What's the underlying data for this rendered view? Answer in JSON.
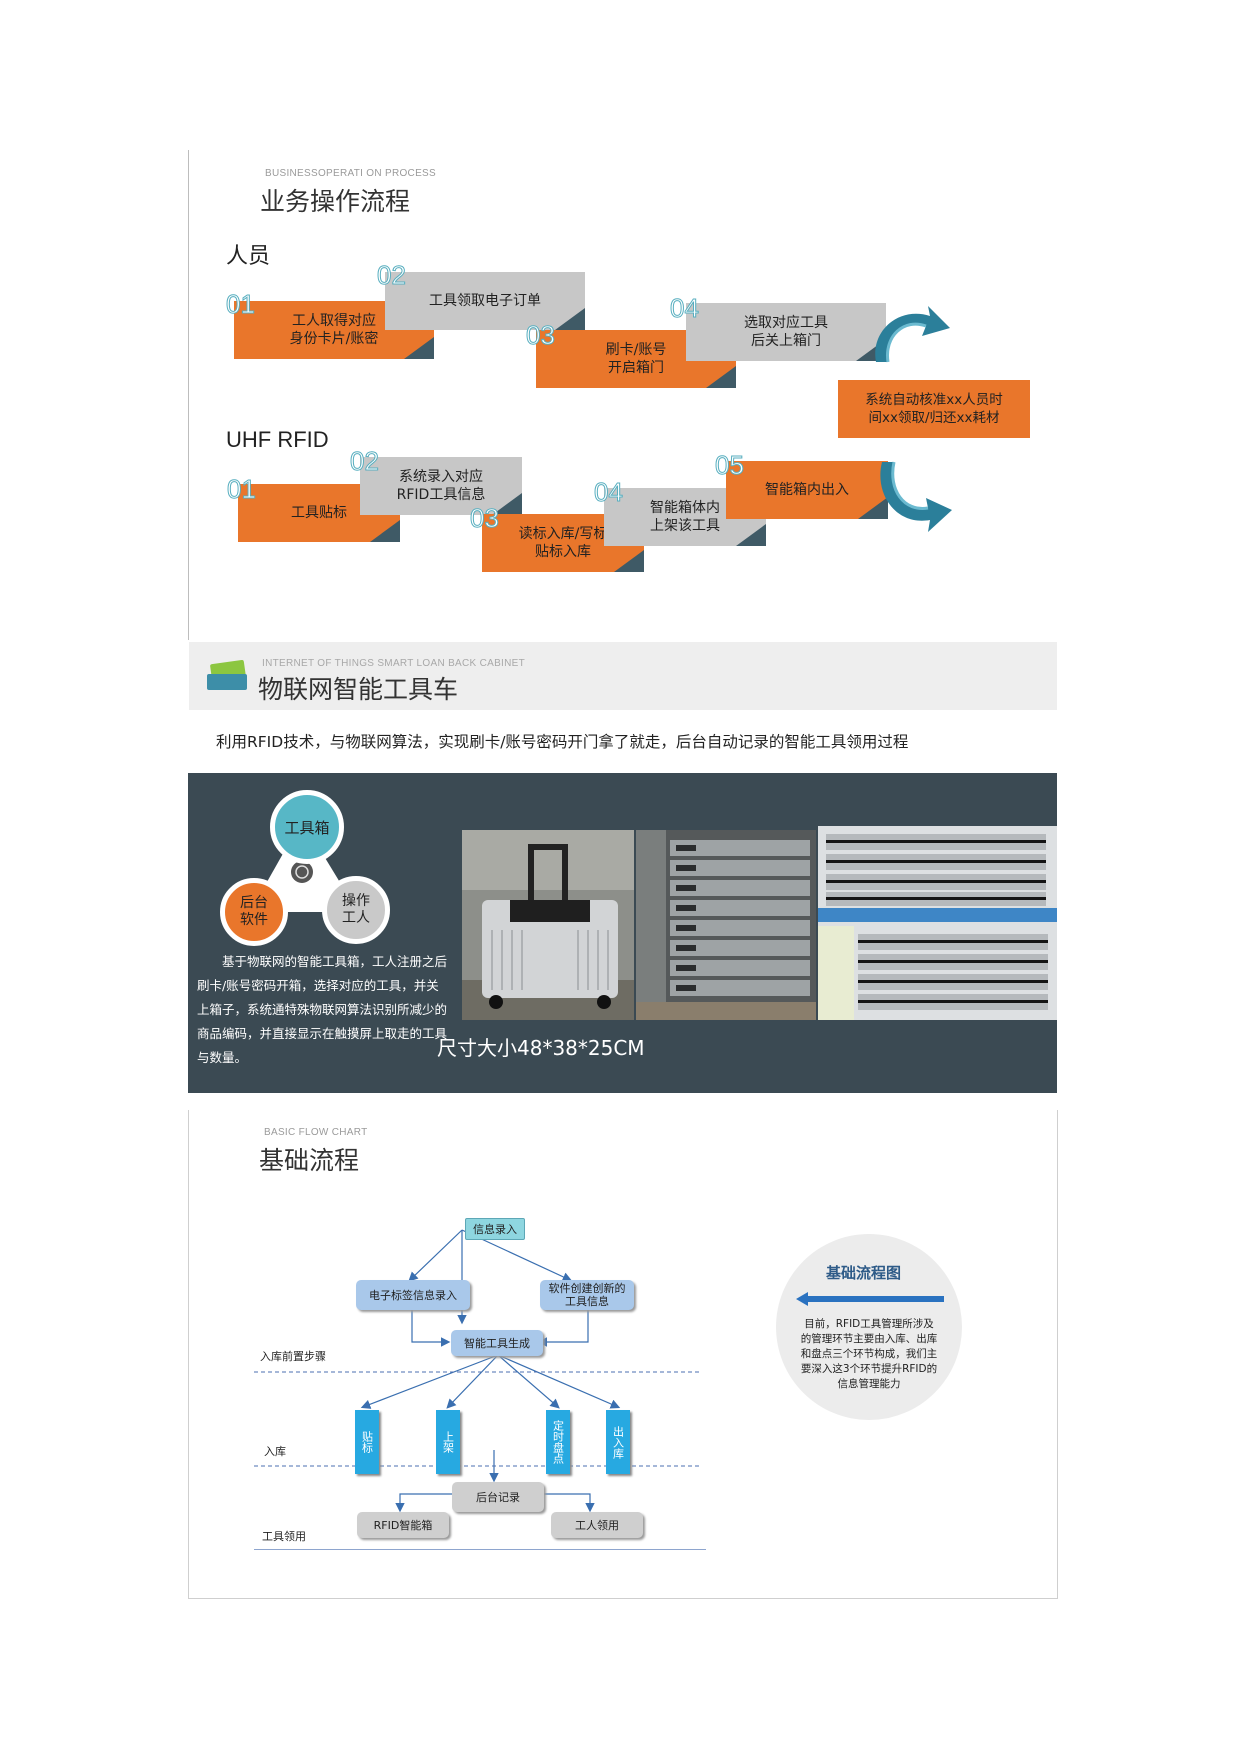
{
  "section1": {
    "eng_sub": "BUSINESSOPERATI ON PROCESS",
    "title": "业务操作流程",
    "row1": {
      "label": "人员",
      "steps": [
        {
          "num": "01",
          "text": "工人取得对应\n身份卡片/账密"
        },
        {
          "num": "02",
          "text": "工具领取电子订单"
        },
        {
          "num": "03",
          "text": "刷卡/账号\n开启箱门"
        },
        {
          "num": "04",
          "text": "选取对应工具\n后关上箱门"
        }
      ],
      "result": "系统自动核准xx人员时\n间xx领取/归还xx耗材"
    },
    "row2": {
      "label": "UHF RFID",
      "steps": [
        {
          "num": "01",
          "text": "工具贴标"
        },
        {
          "num": "02",
          "text": "系统录入对应\nRFID工具信息"
        },
        {
          "num": "03",
          "text": "读标入库/写标\n贴标入库"
        },
        {
          "num": "04",
          "text": "智能箱体内\n上架该工具"
        },
        {
          "num": "05",
          "text": "智能箱内出入"
        }
      ]
    },
    "colors": {
      "orange": "#e9762b",
      "gray": "#c7c7c7",
      "fold": "#3f5a66",
      "number_outline": "#57aebf"
    }
  },
  "section2": {
    "eng_sub": "INTERNET OF THINGS SMART LOAN BACK CABINET",
    "title": "物联网智能工具车",
    "caption": "利用RFID技术，与物联网算法，实现刷卡/账号密码开门拿了就走，后台自动记录的智能工具领用过程",
    "circles": {
      "top": "工具箱",
      "left": "后台\n软件",
      "right": "操作\n工人"
    },
    "description": "　　基于物联网的智能工具箱，工人注册之后刷卡/账号密码开箱，选择对应的工具，并关上箱子，系统通特殊物联网算法识别所减少的商品编码，并直接显示在触摸屏上取走的工具与数量。",
    "size_label": "尺寸大小48*38*25CM",
    "colors": {
      "panel": "#3b4a53",
      "teal": "#57b7c6",
      "orange": "#e9762b",
      "gray": "#c9c9c9"
    }
  },
  "section3": {
    "eng_sub": "BASIC FLOW CHART",
    "title": "基础流程",
    "nodes": {
      "info_entry": "信息录入",
      "tag_entry": "电子标签信息录入",
      "software_create": "软件创建创新的\n工具信息",
      "tool_gen": "智能工具生成",
      "label": "贴标",
      "shelve": "上架",
      "inventory": "定时盘点",
      "outbound": "出入库",
      "backend": "后台记录",
      "rfid_box": "RFID智能箱",
      "worker_use": "工人领用"
    },
    "stages": {
      "pre": "入库前置步骤",
      "storage": "入库",
      "use": "工具领用"
    },
    "info": {
      "title": "基础流程图",
      "text": "目前，RFID工具管理所涉及的管理环节主要由入库、出库和盘点三个环节构成，我们主要深入这3个环节提升RFID的信息管理能力"
    },
    "colors": {
      "blue_box": "#a9c8ea",
      "vertical_box": "#27a9e1",
      "arrow": "#3a6fb0",
      "title_blue": "#2e5b88"
    }
  }
}
